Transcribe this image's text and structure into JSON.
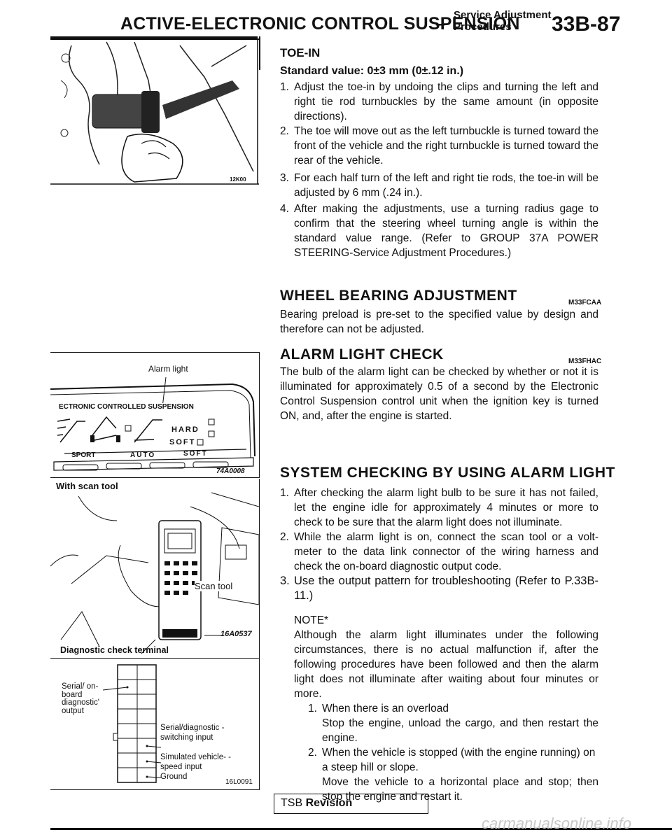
{
  "header": {
    "section_title": "ACTIVE-ELECTRONIC CONTROL SUSPENSION",
    "separator": "–",
    "sub_line1": "Service Adjustment",
    "sub_line2": "Procedures",
    "page_number": "33B-87"
  },
  "toe_in": {
    "heading": "TOE-IN",
    "standard_value": "Standard value: 0±3 mm (0±.12 in.)",
    "steps": [
      {
        "num": "1.",
        "text": "Adjust the toe-in by undoing the clips and turning the left and right tie rod turnbuckles by the same amount (in opposite directions)."
      },
      {
        "num": "2.",
        "text": "The toe will move out as the left turnbuckle is turned toward the front of the vehicle and the right turnbuckle is turned toward the rear of the vehicle."
      },
      {
        "num": "3.",
        "text": "For each half turn of the left and right tie rods, the toe-in will be adjusted by 6 mm (.24 in.)."
      },
      {
        "num": "4.",
        "text": "After making the adjustments, use a turning radius gage to confirm that the steering wheel turning angle is within the standard value range. (Refer to GROUP 37A POWER STEERING-Service Adjustment Procedures.)"
      }
    ]
  },
  "wheel_bearing": {
    "heading": "WHEEL BEARING ADJUSTMENT",
    "code": "M33FCAA",
    "text": "Bearing preload is pre-set to the specified value by design and therefore can not be adjusted."
  },
  "alarm_light": {
    "heading": "ALARM LIGHT CHECK",
    "code": "M33FHAC",
    "text": "The bulb of the alarm light can be checked by whether or not it is illuminated for approximately 0.5 of a second by the Electronic Control Suspension control unit when the ignition key is turned ON, and, after the engine is started."
  },
  "system_check": {
    "heading": "SYSTEM CHECKING BY USING ALARM LIGHT",
    "steps": [
      {
        "num": "1.",
        "text": "After checking the alarm light bulb to be sure it has not failed, let the engine idle for approximately 4 minutes or more to check to be sure that the alarm light does not illuminate."
      },
      {
        "num": "2.",
        "text": "While the alarm light is on, connect the scan tool or a volt-meter to the data link connector of the wiring harness and check the on-board diagnostic output code."
      },
      {
        "num": "3.",
        "text": "Use the output pattern for troubleshooting (Refer to P.33B-11.)"
      }
    ],
    "note_label": "NOTE*",
    "note_text": "Although the alarm light illuminates under the following circumstances, there is no actual malfunction if, after the following procedures have been followed and then the alarm light does not illuminate after waiting about four minutes or more.",
    "note_items": [
      {
        "num": "1.",
        "text": "When there is an overload",
        "detail": "Stop the engine, unload the cargo, and then restart the engine."
      },
      {
        "num": "2.",
        "text": "When the vehicle is stopped (with the engine running) on a steep hill or slope.",
        "detail": "Move the vehicle to a horizontal place and stop; then stop the engine and restart it."
      }
    ]
  },
  "figures": {
    "fig1_code": "12K00",
    "fig2_label": "Alarm light",
    "fig2_panel_title": "ECTRONIC CONTROLLED SUSPENSION",
    "fig2_hard": "HARD",
    "fig2_soft": "SOFT",
    "fig2_modes": [
      "SPORT",
      "AUTO",
      "SOFT"
    ],
    "fig2_code": "74A0008",
    "fig3_title": "With scan tool",
    "fig3_scan_label": "Scan tool",
    "fig3_code": "16A0537",
    "fig3_terminal_label": "Diagnostic check terminal",
    "fig4_left_label": "Serial/ on-board diagnostic' output",
    "fig4_labels": [
      "Serial/diagnostic -switching input",
      "Simulated vehicle- -speed input",
      "Ground"
    ],
    "fig4_code": "16L0091"
  },
  "footer": {
    "tsb_label": "TSB",
    "tsb_bold": "Revision",
    "watermark": "carmanualsonline.info"
  }
}
